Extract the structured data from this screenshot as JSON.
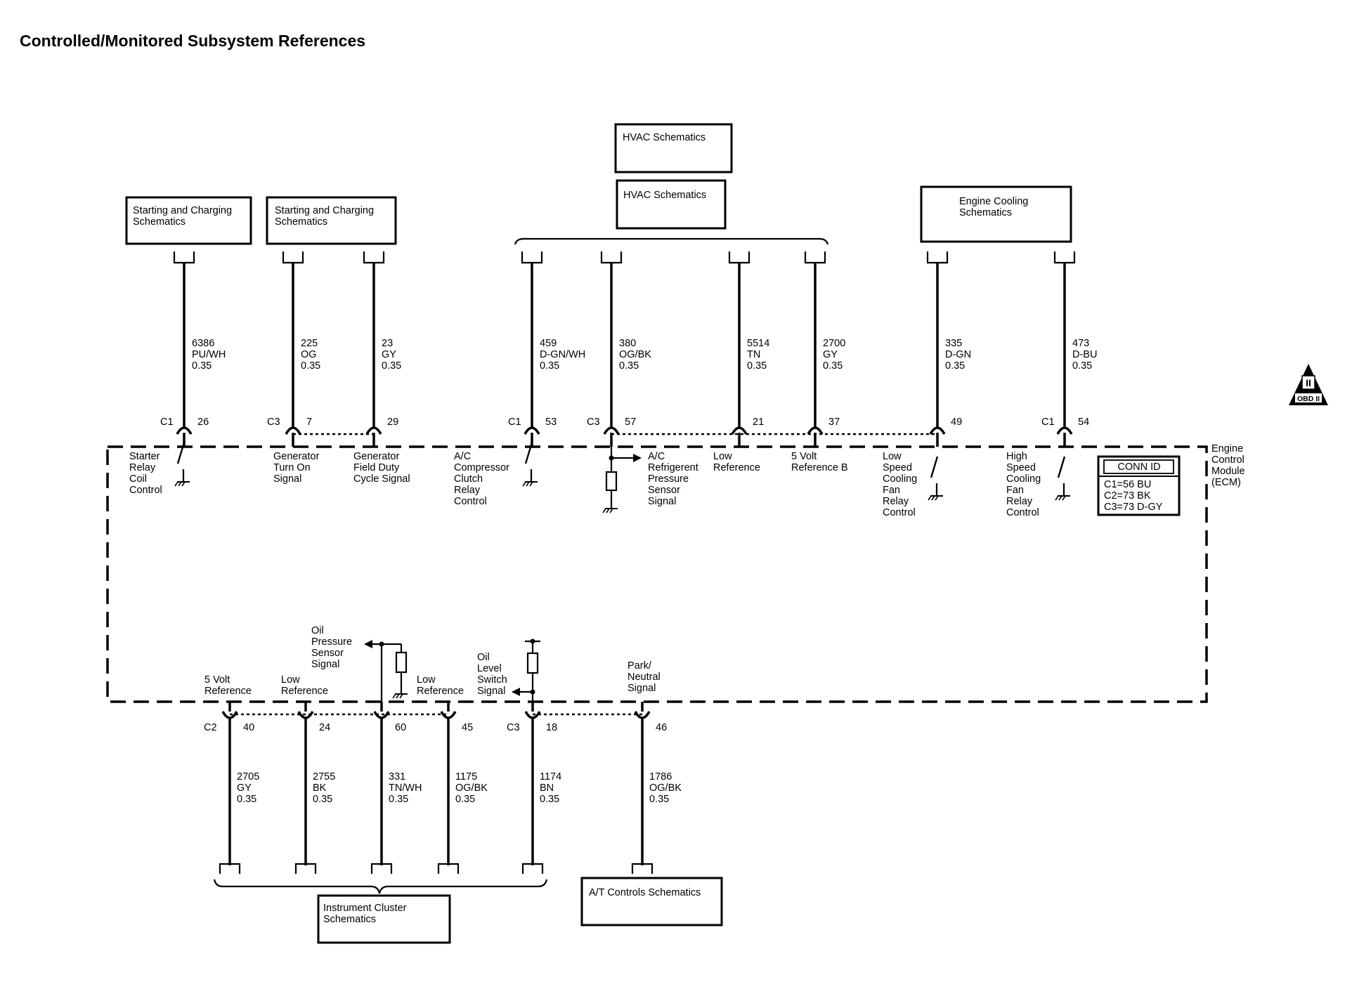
{
  "title": "Controlled/Monitored Subsystem References",
  "ref_boxes": {
    "hvac1": "HVAC Schematics",
    "hvac2": "HVAC Schematics",
    "start1": "Starting and Charging\nSchematics",
    "start2": "Starting and Charging\nSchematics",
    "cool": "Engine Cooling\nSchematics",
    "cluster": "Instrument Cluster\nSchematics",
    "at": "A/T Controls Schematics"
  },
  "ecm": {
    "label": "Engine\nControl\nModule\n(ECM)",
    "conn_id": {
      "title": "CONN ID",
      "c1": "C1=56 BU",
      "c2": "C2=73 BK",
      "c3": "C3=73 D-GY"
    }
  },
  "badge": {
    "symbol": "II",
    "text": "OBD II"
  },
  "top_circuits": [
    {
      "conn": "C1",
      "pin": "26",
      "circuit": "6386",
      "color": "PU/WH",
      "gauge": "0.35",
      "signal": "Starter\nRelay\nCoil\nControl"
    },
    {
      "conn": "C3",
      "pin": "7",
      "circuit": "225",
      "color": "OG",
      "gauge": "0.35",
      "signal": "Generator\nTurn On\nSignal"
    },
    {
      "conn": "",
      "pin": "29",
      "circuit": "23",
      "color": "GY",
      "gauge": "0.35",
      "signal": "Generator\nField Duty\nCycle Signal"
    },
    {
      "conn": "C1",
      "pin": "53",
      "circuit": "459",
      "color": "D-GN/WH",
      "gauge": "0.35",
      "signal": "A/C\nCompressor\nClutch\nRelay\nControl"
    },
    {
      "conn": "C3",
      "pin": "57",
      "circuit": "380",
      "color": "OG/BK",
      "gauge": "0.35",
      "signal": "A/C\nRefrigerent\nPressure\nSensor\nSignal"
    },
    {
      "conn": "",
      "pin": "21",
      "circuit": "5514",
      "color": "TN",
      "gauge": "0.35",
      "signal": "Low\nReference"
    },
    {
      "conn": "",
      "pin": "37",
      "circuit": "2700",
      "color": "GY",
      "gauge": "0.35",
      "signal": "5 Volt\nReference B"
    },
    {
      "conn": "",
      "pin": "49",
      "circuit": "335",
      "color": "D-GN",
      "gauge": "0.35",
      "signal": "Low\nSpeed\nCooling\nFan\nRelay\nControl"
    },
    {
      "conn": "C1",
      "pin": "54",
      "circuit": "473",
      "color": "D-BU",
      "gauge": "0.35",
      "signal": "High\nSpeed\nCooling\nFan\nRelay\nControl"
    }
  ],
  "bottom_circuits": [
    {
      "conn": "C2",
      "pin": "40",
      "circuit": "2705",
      "color": "GY",
      "gauge": "0.35",
      "signal": "5 Volt\nReference"
    },
    {
      "conn": "",
      "pin": "24",
      "circuit": "2755",
      "color": "BK",
      "gauge": "0.35",
      "signal": "Low\nReference"
    },
    {
      "conn": "",
      "pin": "60",
      "circuit": "331",
      "color": "TN/WH",
      "gauge": "0.35",
      "signal": "Oil\nPressure\nSensor\nSignal"
    },
    {
      "conn": "",
      "pin": "45",
      "circuit": "1175",
      "color": "OG/BK",
      "gauge": "0.35",
      "signal": "Low\nReference"
    },
    {
      "conn": "C3",
      "pin": "18",
      "circuit": "1174",
      "color": "BN",
      "gauge": "0.35",
      "signal": "Oil\nLevel\nSwitch\nSignal"
    },
    {
      "conn": "",
      "pin": "46",
      "circuit": "1786",
      "color": "OG/BK",
      "gauge": "0.35",
      "signal": "Park/\nNeutral\nSignal"
    }
  ]
}
